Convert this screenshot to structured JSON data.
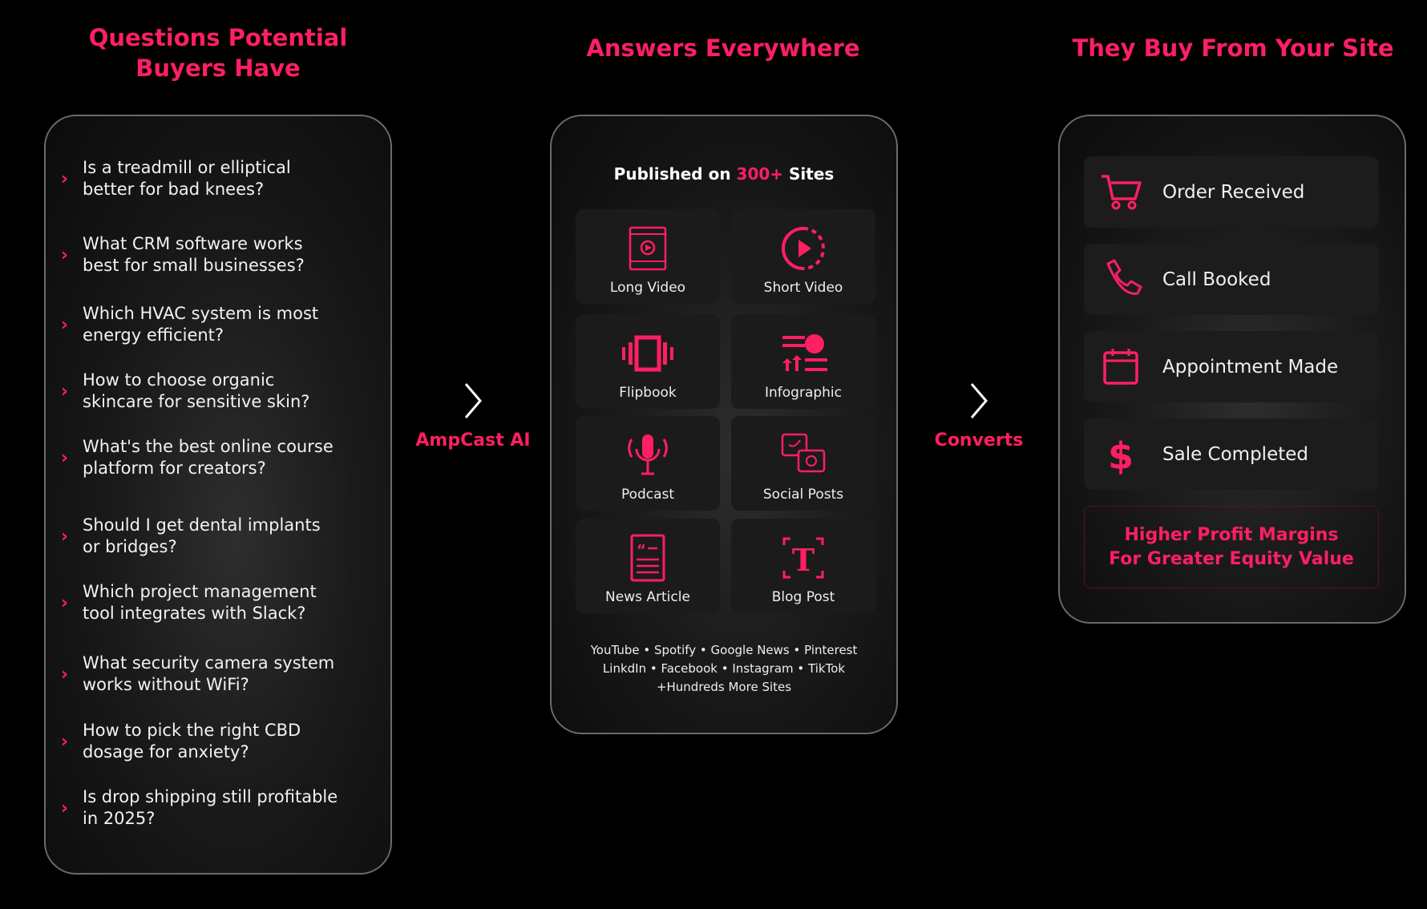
{
  "columns": {
    "questions_title_1": "Questions Potential",
    "questions_title_2": "Buyers Have",
    "answers_title": "Answers Everywhere",
    "buy_title": "They Buy From Your Site"
  },
  "questions": [
    [
      "Is a treadmill or elliptical",
      "better for bad knees?"
    ],
    [
      "What CRM software works",
      "best for small businesses?"
    ],
    [
      "Which HVAC system is most",
      "energy efficient?"
    ],
    [
      "How to choose organic",
      "skincare for sensitive skin?"
    ],
    [
      "What's the best online course",
      "platform for creators?"
    ],
    [
      "Should I get dental implants",
      "or bridges?"
    ],
    [
      "Which project management",
      "tool integrates with Slack?"
    ],
    [
      "What security camera system",
      "works without WiFi?"
    ],
    [
      "How to pick the right CBD",
      "dosage for anxiety?"
    ],
    [
      "Is drop shipping still profitable",
      "in 2025?"
    ]
  ],
  "flow": {
    "step1": "AmpCast AI",
    "step2": "Converts"
  },
  "published": {
    "prefix": "Published on",
    "count": "300+",
    "suffix": "Sites"
  },
  "formats": [
    "Long Video",
    "Short Video",
    "Flipbook",
    "Infographic",
    "Podcast",
    "Social Posts",
    "News Article",
    "Blog Post"
  ],
  "sites": {
    "line1": "YouTube  •  Spotify  •  Google News  •  Pinterest",
    "line2": "LinkdIn  •  Facebook  •  Instagram  •  TikTok",
    "line3": "+Hundreds More Sites"
  },
  "outcomes": [
    "Order Received",
    "Call Booked",
    "Appointment Made",
    "Sale Completed"
  ],
  "profit": {
    "line1": "Higher Profit Margins",
    "line2": "For Greater Equity Value"
  },
  "colors": {
    "accent": "#ff1f63",
    "background": "#000000"
  }
}
